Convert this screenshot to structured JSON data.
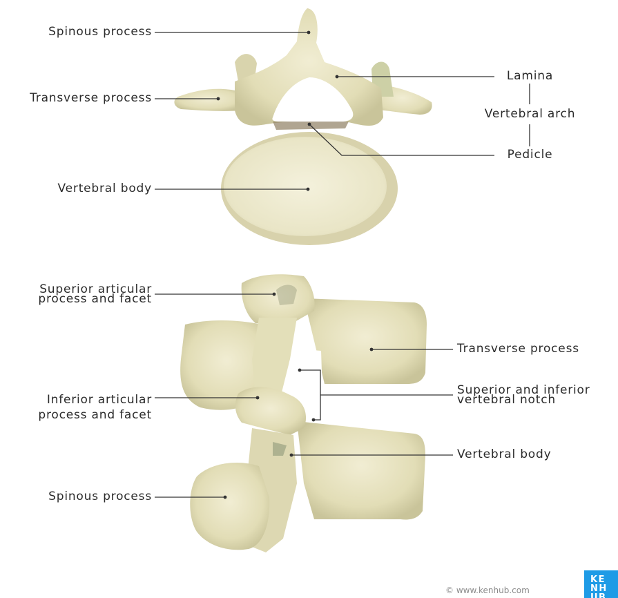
{
  "top_view": {
    "spinous_process": "Spinous process",
    "transverse_process": "Transverse process",
    "vertebral_body": "Vertebral body",
    "lamina": "Lamina",
    "vertebral_arch": "Vertebral arch",
    "pedicle": "Pedicle"
  },
  "side_view": {
    "superior_articular_1": "Superior articular",
    "superior_articular_2": "process and facet",
    "inferior_articular_1": "Inferior articular",
    "inferior_articular_2": "process and facet",
    "spinous_process": "Spinous process",
    "transverse_process": "Transverse process",
    "notch_1": "Superior and inferior",
    "notch_2": "vertebral notch",
    "vertebral_body": "Vertebral body"
  },
  "branding": {
    "logo": "KENHUB",
    "copyright": "© www.kenhub.com"
  },
  "colors": {
    "bone": "#e6e1bd",
    "bone_shadow": "#c9c49a",
    "leader_line": "#333333",
    "logo_bg": "#1e9be6"
  }
}
